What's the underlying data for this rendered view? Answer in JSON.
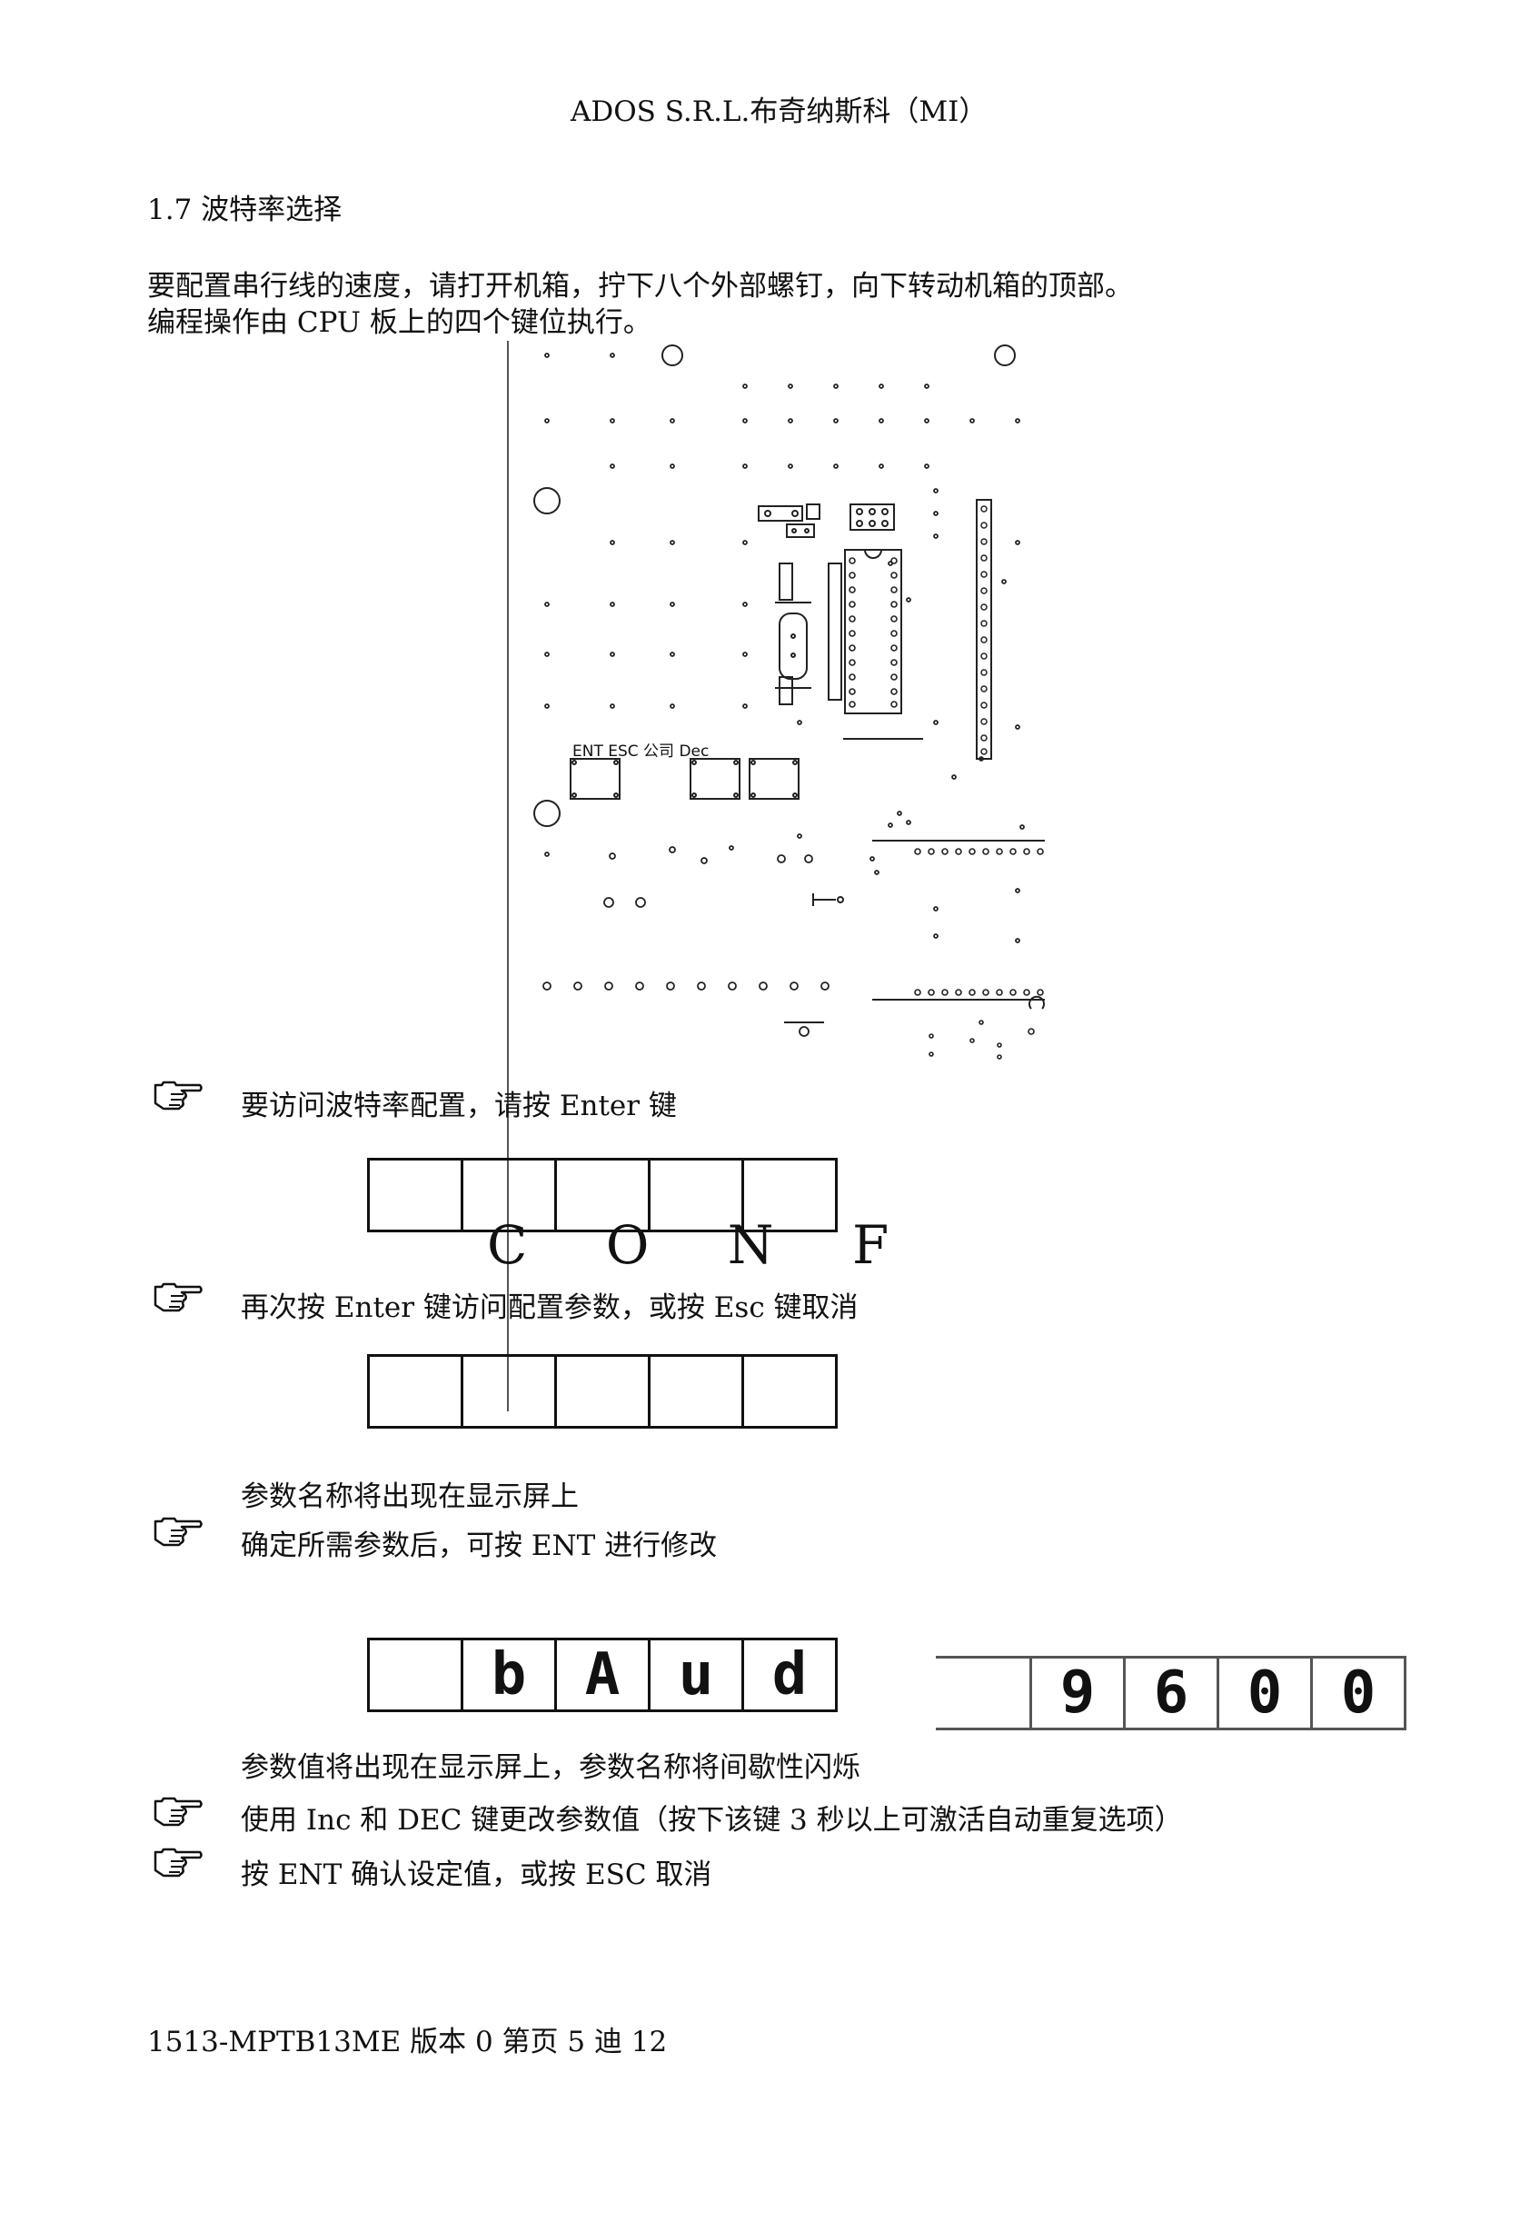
{
  "header": "ADOS S.R.L.布奇纳斯科（MI）",
  "section_title": "1.7 波特率选择",
  "intro_line1": "要配置串行线的速度，请打开机箱，拧下八个外部螺钉，向下转动机箱的顶部。",
  "intro_line2": "编程操作由 CPU 板上的四个键位执行。",
  "board": {
    "key_labels": "ENT ESC 公司 Dec"
  },
  "steps": {
    "step1": "要访问波特率配置，请按 Enter 键",
    "display1_text": "C O N F",
    "step2": "再次按 Enter 键访问配置参数，或按 Esc 键取消",
    "note1": "参数名称将出现在显示屏上",
    "step3": "确定所需参数后，可按 ENT 进行修改",
    "display3_chars": [
      "",
      "b",
      "A",
      "u",
      "d"
    ],
    "display4_chars": [
      "",
      "9",
      "6",
      "0",
      "0"
    ],
    "note2": "参数值将出现在显示屏上，参数名称将间歇性闪烁",
    "step4": "使用 Inc 和 DEC 键更改参数值（按下该键 3 秒以上可激活自动重复选项）",
    "step5": "按 ENT 确认设定值，或按 ESC 取消"
  },
  "footer": "1513-MPTB13ME 版本 0 第页 5 迪 12",
  "icons": {
    "pointing_hand": "pointing-hand-icon"
  }
}
